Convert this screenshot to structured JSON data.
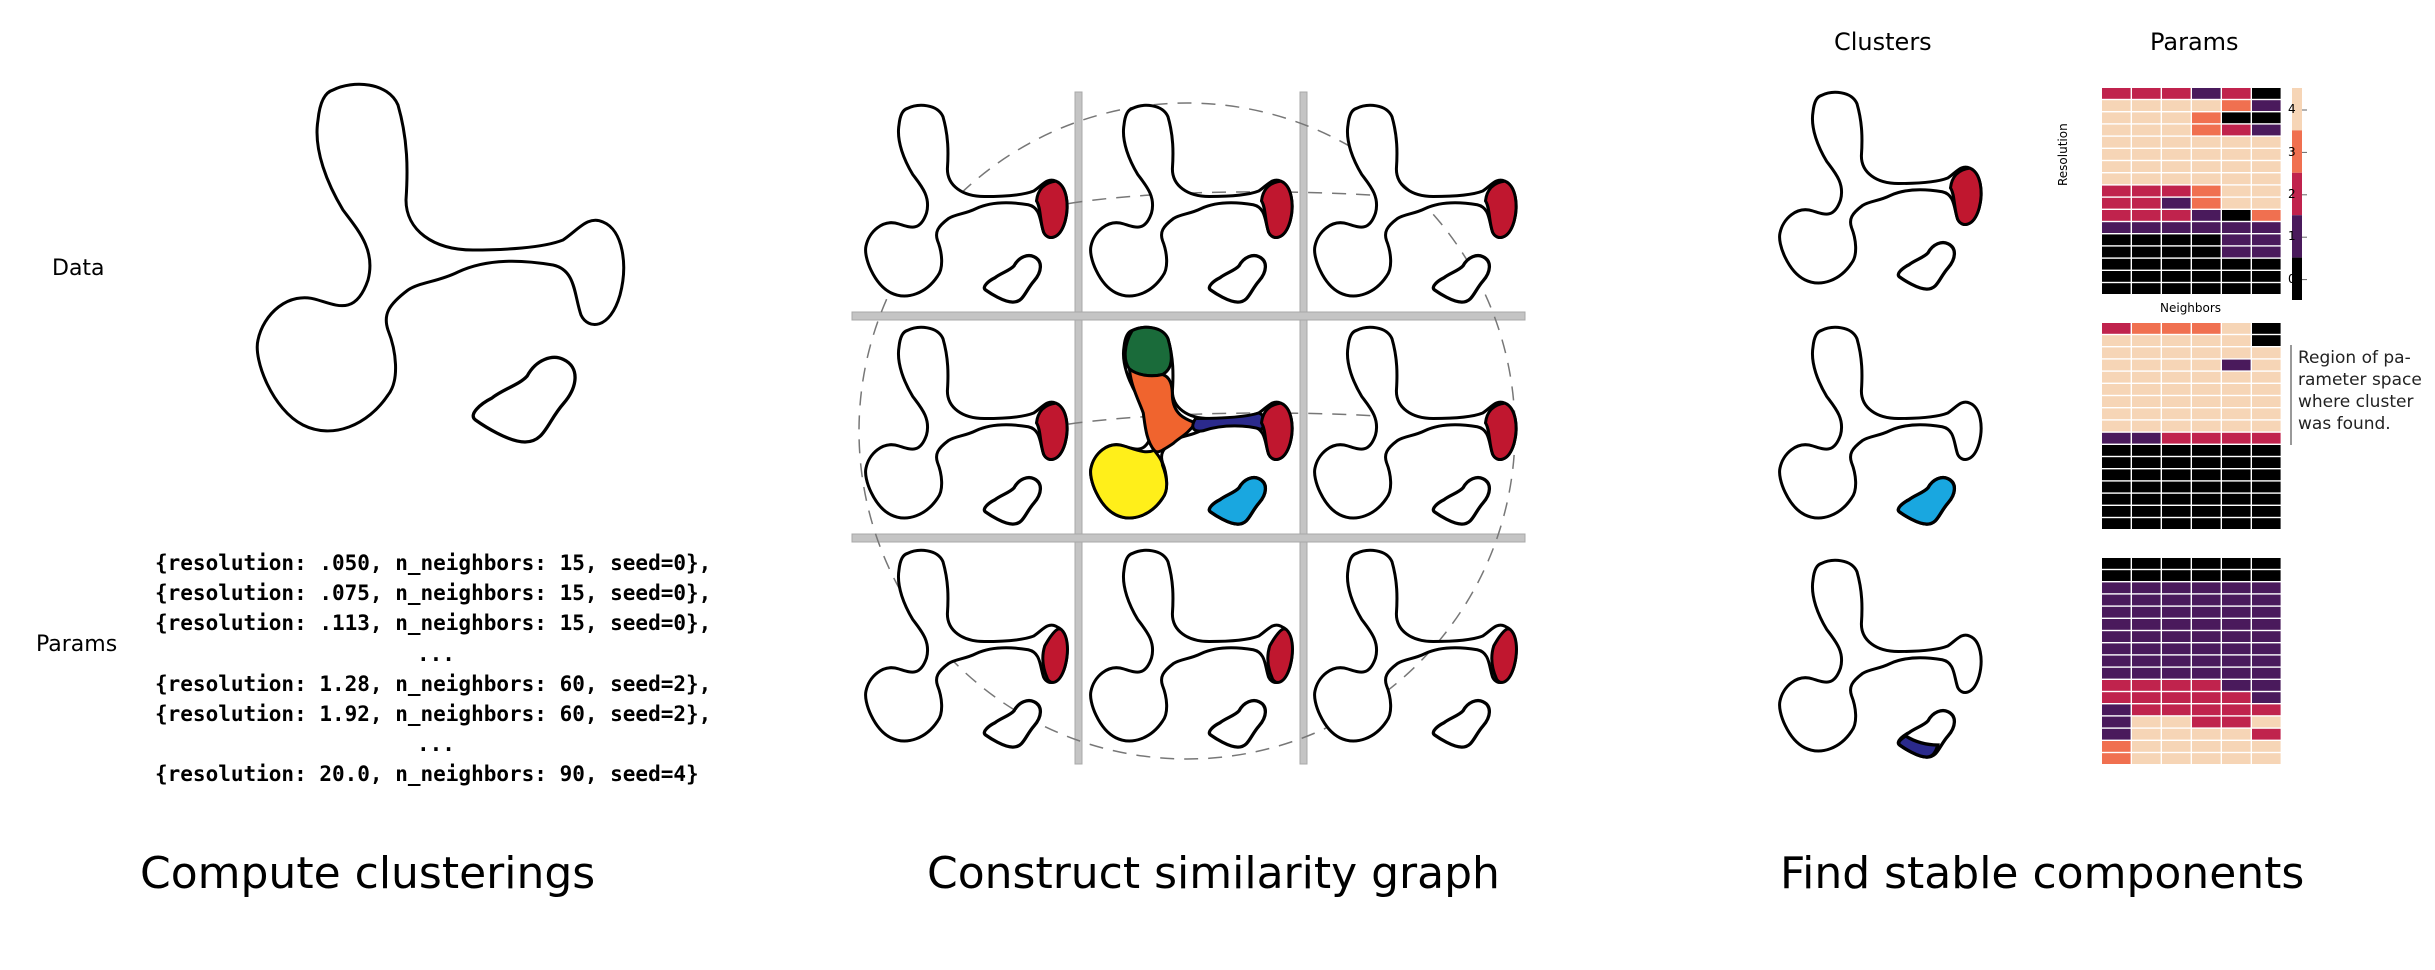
{
  "panel1": {
    "data_label": "Data",
    "params_label": "Params",
    "param_lines": [
      "{resolution: .050, n_neighbors: 15, seed=0},",
      "{resolution: .075, n_neighbors: 15, seed=0},",
      "{resolution: .113, n_neighbors: 15, seed=0},",
      "...",
      "{resolution: 1.28, n_neighbors: 60, seed=2},",
      "{resolution: 1.92, n_neighbors: 60, seed=2},",
      "...",
      "{resolution: 20.0, n_neighbors: 90, seed=4}"
    ],
    "title": "Compute clusterings"
  },
  "panel2": {
    "title": "Construct similarity graph",
    "cluster_colors": {
      "red": "#c0172f",
      "green": "#1a6b3a",
      "orange": "#f0642e",
      "navy": "#2b2a8c",
      "yellow": "#ffef1a",
      "cyan": "#19a7e0"
    }
  },
  "panel3": {
    "title": "Find stable components",
    "clusters_header": "Clusters",
    "params_header": "Params",
    "x_axis_label": "Neighbors",
    "y_axis_label": "Resolution",
    "colorbar_ticks": [
      "4",
      "3",
      "2",
      "1",
      "0"
    ],
    "note": "Region of pa-rameter space where cluster was found.",
    "palette": [
      "#000000",
      "#4a1a5c",
      "#c0234d",
      "#f07050",
      "#f6d5b6"
    ]
  },
  "chart_data": {
    "type": "heatmap",
    "colorbar_ticks": [
      4,
      3,
      2,
      1,
      0
    ],
    "heatmaps": [
      {
        "cluster": "red",
        "rows": [
          "222120",
          "444431",
          "444300",
          "444321",
          "444444",
          "444444",
          "444444",
          "444444",
          "222344",
          "221344",
          "222103",
          "111111",
          "000011",
          "000011",
          "000000",
          "000000",
          "000000"
        ]
      },
      {
        "cluster": "cyan",
        "rows": [
          "233340",
          "444440",
          "444444",
          "444414",
          "444444",
          "444444",
          "444444",
          "444444",
          "444444",
          "112222",
          "000000",
          "000000",
          "000000",
          "000000",
          "000000",
          "000000",
          "000000"
        ]
      },
      {
        "cluster": "navy",
        "rows": [
          "000000",
          "000000",
          "111111",
          "111111",
          "111111",
          "111111",
          "111111",
          "111111",
          "111111",
          "111111",
          "222211",
          "222221",
          "122222",
          "144224",
          "144442",
          "344444",
          "344444"
        ]
      }
    ]
  }
}
